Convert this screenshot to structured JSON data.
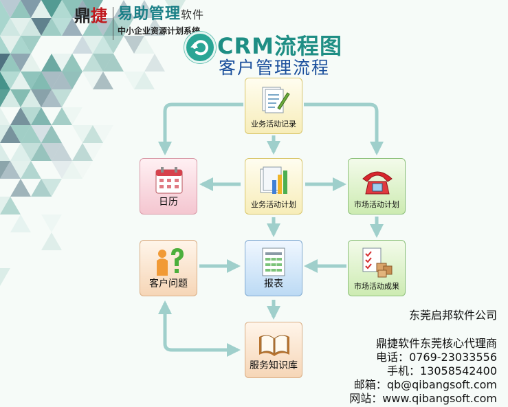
{
  "header": {
    "brand_mark_1": "鼎",
    "brand_mark_2": "捷",
    "brand_name": "易助管理",
    "brand_suffix": "软件",
    "brand_tagline": "中小企业资源计划系统",
    "title": "CRM流程图",
    "subtitle": "客户管理流程"
  },
  "nodes": {
    "activity_record": "业务活动记录",
    "calendar": "日历",
    "activity_plan": "业务活动计划",
    "market_plan": "市场活动计划",
    "customer_issue": "客户问题",
    "report": "报表",
    "market_result": "市场活动成果",
    "knowledge_base": "服务知识库"
  },
  "contact": {
    "company": "东莞启邦软件公司",
    "agent": "鼎捷软件东莞核心代理商",
    "phone_label": "电话：",
    "phone": "0769-23033556",
    "mobile_label": "手机：",
    "mobile": "13058542400",
    "email_label": "邮箱：",
    "email": "qb@qibangsoft.com",
    "web_label": "网站：",
    "web": "www.qibangsoft.com"
  },
  "colors": {
    "title": "#1e8e84",
    "subtitle": "#1a4f9c",
    "arrow": "#9fcfcb",
    "brand_red": "#c0181c"
  }
}
